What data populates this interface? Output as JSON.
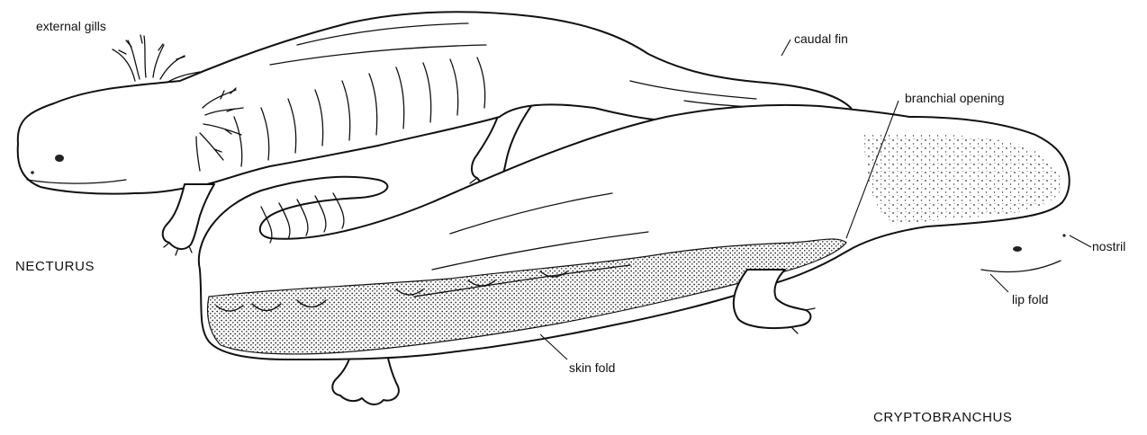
{
  "figure": {
    "specimens": [
      {
        "key": "necturus",
        "name": "NECTURUS"
      },
      {
        "key": "cryptobranchus",
        "name": "CRYPTOBRANCHUS"
      }
    ],
    "labels": {
      "external_gills": "external gills",
      "caudal_fin": "caudal fin",
      "branchial_opening": "branchial opening",
      "nostril": "nostril",
      "lip_fold": "lip fold",
      "skin_fold": "skin fold"
    },
    "colors": {
      "ink": "#111111",
      "paper": "#ffffff"
    }
  }
}
